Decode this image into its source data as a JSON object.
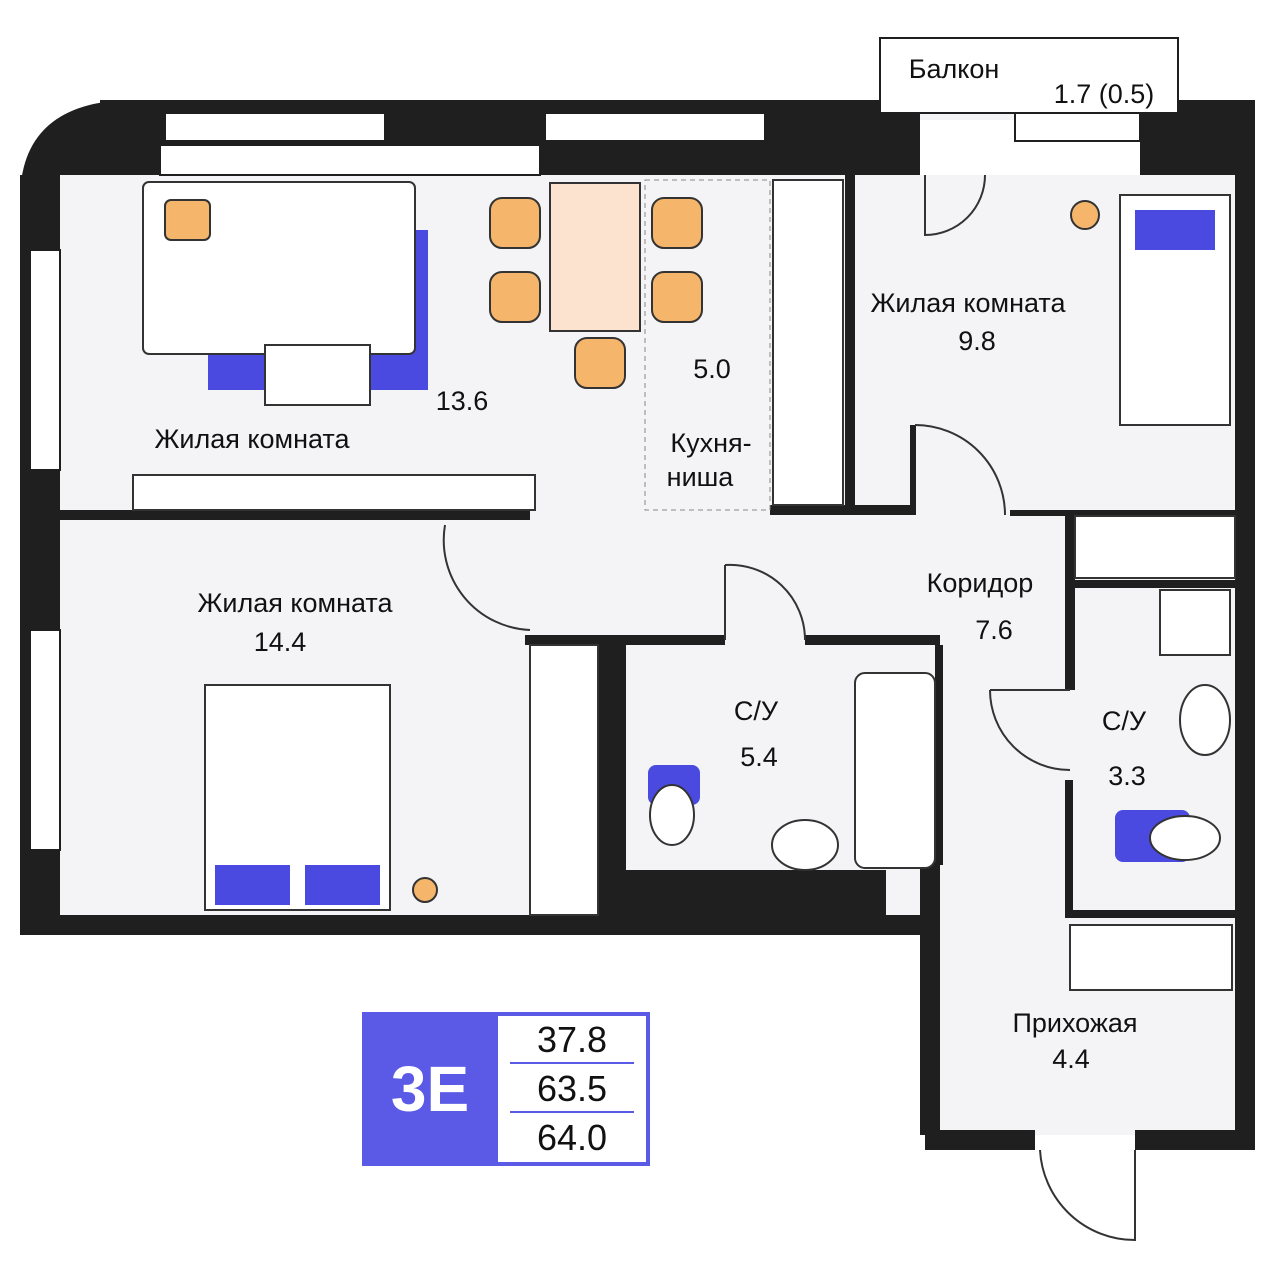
{
  "rooms": [
    {
      "id": "balcony",
      "name": "Балкон",
      "area": "1.7 (0.5)"
    },
    {
      "id": "living1",
      "name": "Жилая комната",
      "area": "13.6"
    },
    {
      "id": "kitchen",
      "name": "Кухня-\nниша",
      "name_line1": "Кухня-",
      "name_line2": "ниша",
      "area": "5.0"
    },
    {
      "id": "living2",
      "name": "Жилая комната",
      "area": "9.8"
    },
    {
      "id": "living3",
      "name": "Жилая комната",
      "area": "14.4"
    },
    {
      "id": "corridor",
      "name": "Коридор",
      "area": "7.6"
    },
    {
      "id": "bath1",
      "name": "С/У",
      "area": "5.4"
    },
    {
      "id": "bath2",
      "name": "С/У",
      "area": "3.3"
    },
    {
      "id": "hall",
      "name": "Прихожая",
      "area": "4.4"
    }
  ],
  "badge": {
    "code": "3E",
    "living_area": "37.8",
    "total_area": "63.5",
    "total_area_with_balcony": "64.0"
  },
  "colors": {
    "accent": "#5a5ae6",
    "furniture_orange": "#f5b66b",
    "wall": "#1f1f1f",
    "floor": "#f4f3f6"
  }
}
